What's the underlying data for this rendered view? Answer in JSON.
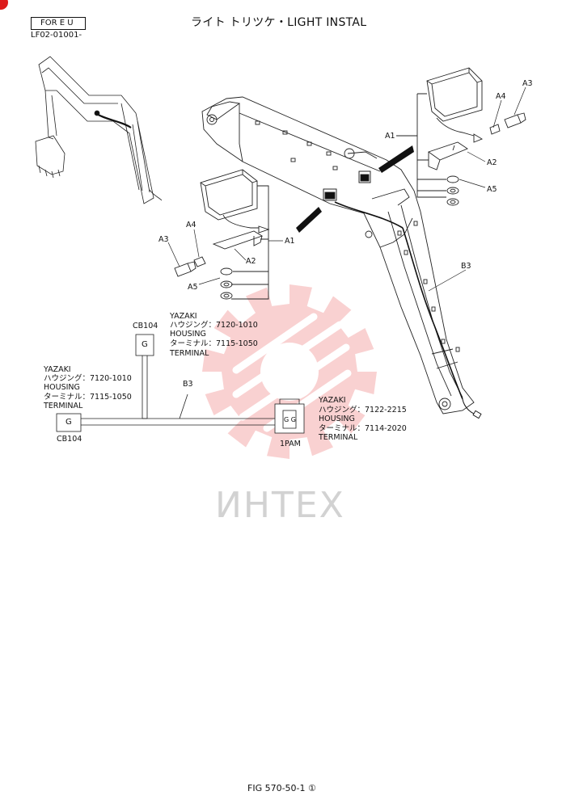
{
  "header": {
    "scope": "FOR E U",
    "code": "LF02-01001-",
    "title": "ライト トリツケ・LIGHT INSTAL"
  },
  "watermark": {
    "text": "ИНТЕХ",
    "color": "#f29a9a"
  },
  "parts_upper": {
    "a1": "A1",
    "a2": "A2",
    "a3": "A3",
    "a4": "A4",
    "a5": "A5",
    "b3": "B3"
  },
  "parts_lower": {
    "a1": "A1",
    "a2": "A2",
    "a3": "A3",
    "a4": "A4",
    "a5": "A5"
  },
  "harness": {
    "b3": "B3",
    "cb104_top": {
      "label": "CB104",
      "pin": "G",
      "maker": "YAZAKI",
      "housing_jp": "ハウジング：7120-1010",
      "housing": "HOUSING",
      "terminal_jp": "ターミナル：7115-1050",
      "terminal": "TERMINAL"
    },
    "cb104_left": {
      "label": "CB104",
      "pin": "G",
      "maker": "YAZAKI",
      "housing_jp": "ハウジング：7120-1010",
      "housing": "HOUSING",
      "terminal_jp": "ターミナル：7115-1050",
      "terminal": "TERMINAL"
    },
    "pam": {
      "label": "1PAM",
      "pins": "G G",
      "maker": "YAZAKI",
      "housing_jp": "ハウジング：7122-2215",
      "housing": "HOUSING",
      "terminal_jp": "ターミナル：7114-2020",
      "terminal": "TERMINAL"
    }
  },
  "footer": {
    "fig": "FIG 570-50-1 ①"
  }
}
